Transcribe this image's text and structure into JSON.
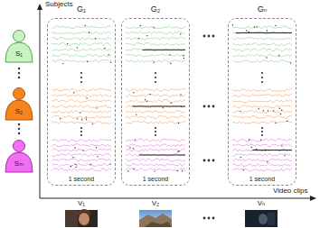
{
  "diagram": {
    "nodes": [
      {
        "text": [
          "S₁"
        ]
      },
      {
        "text": [
          "S₂"
        ]
      },
      {
        "text": [
          "Sₘ"
        ]
      },
      {
        "text": [
          "G₁",
          "1 second"
        ]
      },
      {
        "text": [
          "G₂",
          "1 second"
        ]
      },
      {
        "text": [
          "Gₙ",
          "1 second"
        ]
      }
    ],
    "labels": [
      "Subjects",
      "Video clips",
      "V₁",
      "V₂",
      "Vₙ"
    ]
  }
}
